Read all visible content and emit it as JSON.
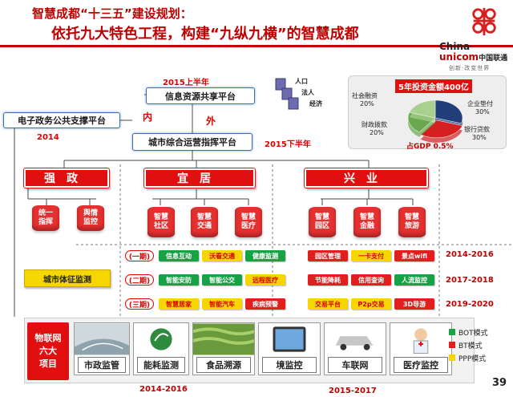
{
  "title": {
    "line1": "智慧成都“十三五”建设规划：",
    "line2": "依托九大特色工程，构建“九纵九横”的智慧成都"
  },
  "logo": {
    "china": "China",
    "unicom": "unicom",
    "cn": "中国联通",
    "slogan": "创新·改变世界"
  },
  "top": {
    "first_half": "2015上半年",
    "info_platform": "信息资源共享平台",
    "people_stack": [
      "人口",
      "法人",
      "经济"
    ],
    "egov_platform": "电子政务公共支撑平台",
    "egov_year": "2014",
    "nei": "内",
    "wai": "外",
    "city_platform": "城市综合运营指挥平台",
    "second_half": "2015下半年"
  },
  "investment": {
    "title": "5年投资金额400亿",
    "gdp": "占GDP  0.5%",
    "slices": [
      {
        "label": "企业垫付",
        "pct": "30%",
        "value": 30,
        "color": "#1f3e7a"
      },
      {
        "label": "银行贷款",
        "pct": "30%",
        "value": 30,
        "color": "#d42020"
      },
      {
        "label": "财政拨款",
        "pct": "20%",
        "value": 20,
        "color": "#6aa84f"
      },
      {
        "label": "社会融资",
        "pct": "20%",
        "value": 20,
        "color": "#a9d08e"
      }
    ]
  },
  "pillars": [
    {
      "name": "强政",
      "items": [
        "统一\n指挥",
        "舆情\n监控"
      ]
    },
    {
      "name": "宜居",
      "items": [
        "智慧\n社区",
        "智慧\n交通",
        "智慧\n医疗"
      ]
    },
    {
      "name": "兴业",
      "items": [
        "智慧\n园区",
        "智慧\n金融",
        "智慧\n旅游"
      ]
    }
  ],
  "city_sign": "城市体征监测",
  "phases": [
    {
      "label": "(一期)",
      "period": "2014-2016",
      "cells": [
        {
          "t": "信息互动",
          "c": "g"
        },
        {
          "t": "沃看交通",
          "c": "y"
        },
        {
          "t": "健康监测",
          "c": "g"
        },
        {
          "t": "园区管理",
          "c": "r"
        },
        {
          "t": "一卡支付",
          "c": "y"
        },
        {
          "t": "景点wifi",
          "c": "r"
        }
      ]
    },
    {
      "label": "(二期)",
      "period": "2017-2018",
      "cells": [
        {
          "t": "智能安防",
          "c": "g"
        },
        {
          "t": "智能公交",
          "c": "g"
        },
        {
          "t": "远程医疗",
          "c": "y"
        },
        {
          "t": "节能降耗",
          "c": "r"
        },
        {
          "t": "信用查询",
          "c": "r"
        },
        {
          "t": "人流监控",
          "c": "g"
        }
      ]
    },
    {
      "label": "(三期)",
      "period": "2019-2020",
      "cells": [
        {
          "t": "智慧居家",
          "c": "y"
        },
        {
          "t": "智能汽车",
          "c": "y"
        },
        {
          "t": "疾病预警",
          "c": "r"
        },
        {
          "t": "交易平台",
          "c": "y"
        },
        {
          "t": "P2p交易",
          "c": "y"
        },
        {
          "t": "3D导游",
          "c": "r"
        }
      ]
    }
  ],
  "iot": {
    "label": "物联网\n六大\n项目",
    "items": [
      "市政监管",
      "能耗监测",
      "食品溯源",
      "境监控",
      "车联网",
      "医疗监控"
    ],
    "period_a": "2014-2016",
    "period_b": "2015-2017"
  },
  "legend": [
    {
      "label": "BOT模式",
      "color": "#17a345"
    },
    {
      "label": "BT模式",
      "color": "#e21f1f"
    },
    {
      "label": "PPP模式",
      "color": "#f6d600"
    }
  ],
  "page_number": "39"
}
